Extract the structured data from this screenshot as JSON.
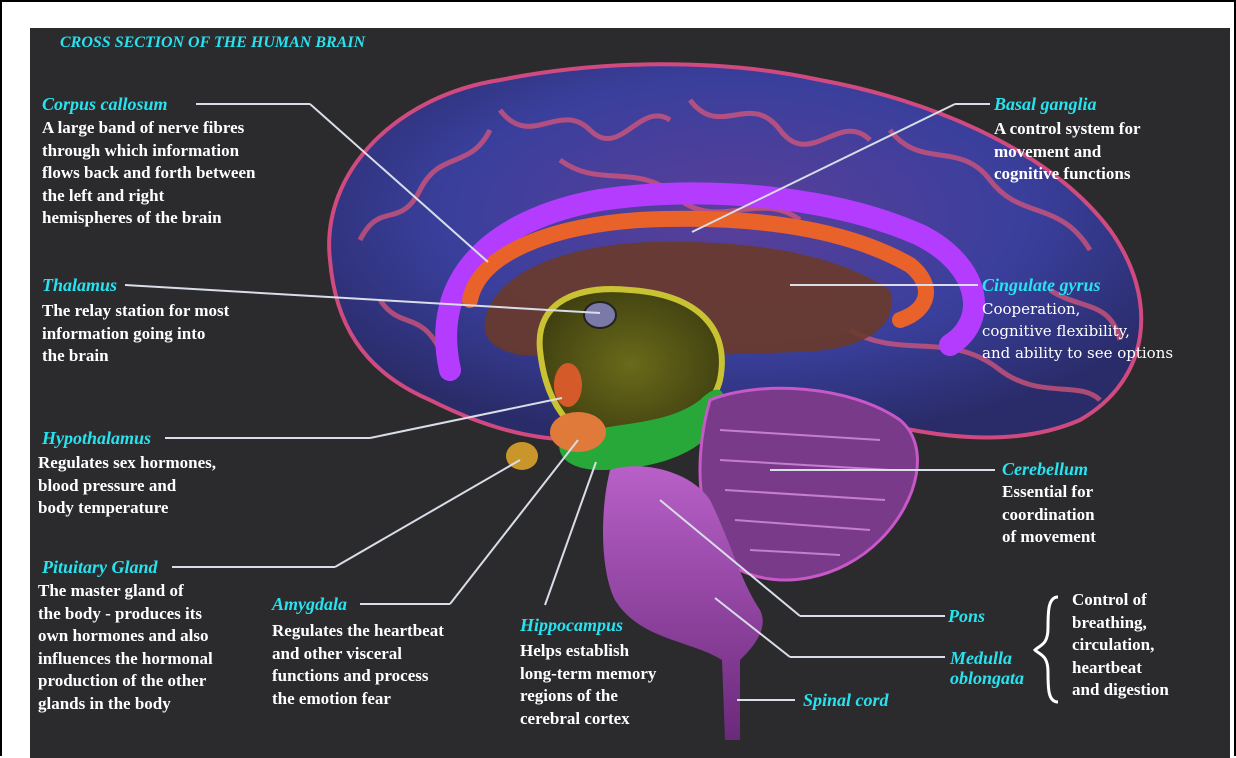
{
  "title": "CROSS SECTION OF THE HUMAN BRAIN",
  "colors": {
    "background": "#2b2b2d",
    "label": "#27e3f0",
    "text": "#ffffff",
    "cingulate": "#b43cff",
    "basal_ganglia": "#e8622a",
    "hippocampus": "#28a838",
    "thalamus_region": "#c9c232",
    "cortex": "#3c4ba8",
    "brainstem": "#c857c8"
  },
  "structures": {
    "corpus_callosum": {
      "name": "Corpus callosum",
      "description": "A large band of nerve fibres\nthrough which information\nflows back and forth between\nthe left and right\nhemispheres of the brain"
    },
    "thalamus": {
      "name": "Thalamus",
      "description": "The relay station for most\ninformation going into\nthe brain"
    },
    "hypothalamus": {
      "name": "Hypothalamus",
      "description": "Regulates sex hormones,\nblood pressure and\nbody temperature"
    },
    "pituitary": {
      "name": "Pituitary Gland",
      "description": "The master gland of\nthe body - produces its\nown hormones and also\ninfluences the hormonal\nproduction of the other\nglands in the body"
    },
    "amygdala": {
      "name": "Amygdala",
      "description": "Regulates the heartbeat\nand other visceral\nfunctions and process\nthe emotion fear"
    },
    "hippocampus": {
      "name": "Hippocampus",
      "description": "Helps establish\nlong-term memory\nregions of the\ncerebral cortex"
    },
    "spinal_cord": {
      "name": "Spinal cord"
    },
    "basal_ganglia": {
      "name": "Basal ganglia",
      "description": "A control system for\nmovement and\ncognitive functions"
    },
    "cingulate_gyrus": {
      "name": "Cingulate gyrus",
      "description": "Cooperation,\ncognitive flexibility,\nand ability to see options"
    },
    "cerebellum": {
      "name": "Cerebellum",
      "description": "Essential for\ncoordination\nof movement"
    },
    "pons": {
      "name": "Pons"
    },
    "medulla": {
      "name": "Medulla\noblongata"
    },
    "brainstem_group": {
      "description": "Control of\nbreathing,\ncirculation,\nheartbeat\nand digestion"
    }
  }
}
